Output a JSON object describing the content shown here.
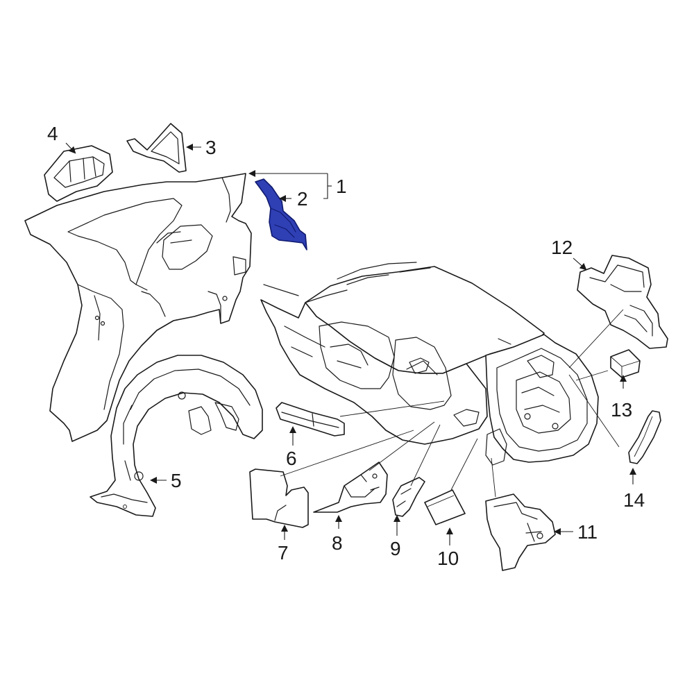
{
  "colors": {
    "highlight": "#2f3fb4",
    "highlight_stroke": "#0f1a6e",
    "line": "#1a1a1a",
    "background": "#ffffff"
  },
  "callouts": {
    "c1": "1",
    "c2": "2",
    "c3": "3",
    "c4": "4",
    "c5": "5",
    "c6": "6",
    "c7": "7",
    "c8": "8",
    "c9": "9",
    "c10": "10",
    "c11": "11",
    "c12": "12",
    "c13": "13",
    "c14": "14"
  }
}
